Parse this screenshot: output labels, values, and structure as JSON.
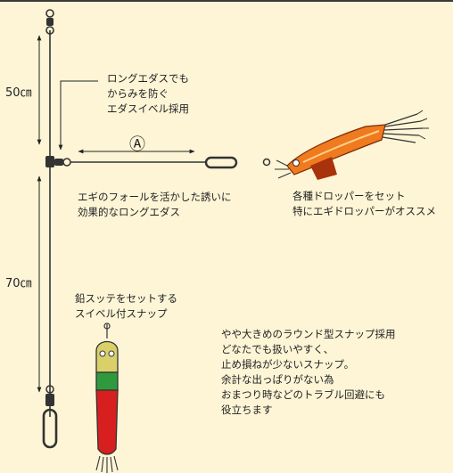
{
  "dimensions": {
    "upper": "50㎝",
    "lower": "70㎝",
    "branch_marker": "Ⓐ"
  },
  "labels": {
    "swivel_note": [
      "ロングエダスでも",
      "からみを防ぐ",
      "エダスイベル採用"
    ],
    "long_branch_note": [
      "エギのフォールを活かした誘いに",
      "効果的なロングエダス"
    ],
    "dropper_note": [
      "各種ドロッパーをセット",
      "特にエギドロッパーがオススメ"
    ],
    "sinker_note": [
      "鉛スッテをセットする",
      "スイベル付スナップ"
    ],
    "snap_note": [
      "やや大きめのラウンド型スナップ採用",
      "どなたでも扱いやすく、",
      "止め損ねが少ないスナップ。",
      "余計な出っぱりがない為",
      "おまつり時などのトラブル回避にも",
      "役立ちます"
    ]
  },
  "colors": {
    "background": "#fdf5d6",
    "line": "#333333",
    "egi_body": "#f07a1e",
    "egi_dark": "#a8320c",
    "sutte_head": "#d9d06a",
    "sutte_green": "#2f9a3d",
    "sutte_red": "#d81f1f"
  },
  "icons": [
    "swivel-icon",
    "snap-icon",
    "egi-dropper-icon",
    "lead-sutte-icon"
  ]
}
